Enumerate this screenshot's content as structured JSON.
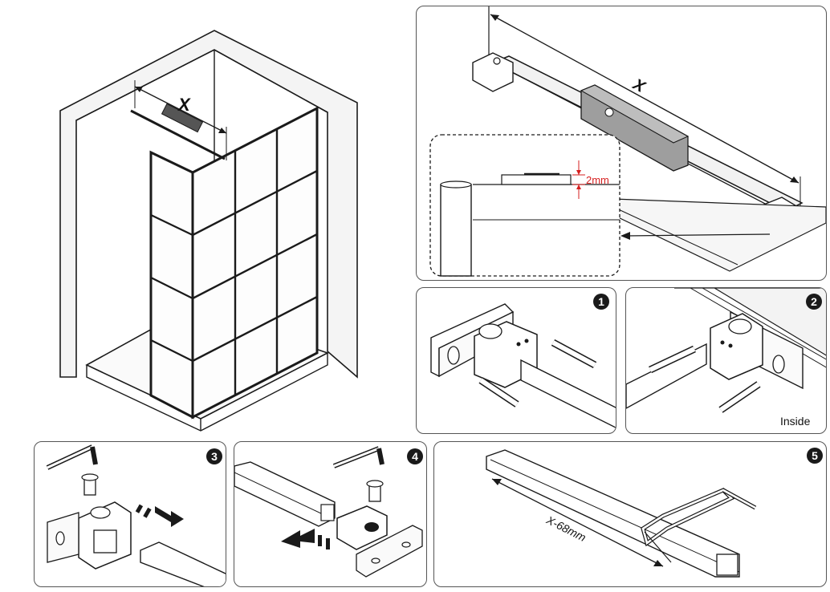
{
  "overview": {
    "dimension_label": "X"
  },
  "detail_top": {
    "dimension_label": "X",
    "gap_label": "2mm"
  },
  "steps": [
    {
      "number": "1"
    },
    {
      "number": "2",
      "note": "Inside"
    },
    {
      "number": "3"
    },
    {
      "number": "4"
    },
    {
      "number": "5",
      "cut_label": "X-68mm"
    }
  ],
  "colors": {
    "line": "#1a1a1a",
    "level": "#a8a8a8",
    "wall": "#f2f2f2",
    "red": "#d61f1f"
  }
}
